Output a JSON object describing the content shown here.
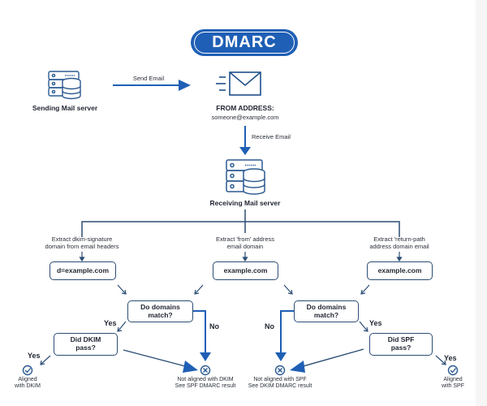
{
  "title": "DMARC",
  "colors": {
    "primary_blue": "#1f5fb5",
    "line_blue": "#2b4d74",
    "text_dark": "#1f2430"
  },
  "sender": {
    "icon": "server-database-icon",
    "label": "Sending Mail server"
  },
  "send_arrow": {
    "label": "Send Email"
  },
  "from_address": {
    "icon": "envelope-fast-icon",
    "heading": "FROM ADDRESS:",
    "value": "someone@example.com"
  },
  "receive_arrow": {
    "label": "Receive Email"
  },
  "receiver": {
    "icon": "server-database-icon",
    "label": "Receiving Mail server"
  },
  "branches": {
    "dkim": {
      "extract_line1": "Extract dkim-signature",
      "extract_line2": "domain from email headers",
      "domain": "d=example.com"
    },
    "from": {
      "extract_line1": "Extract 'from' address",
      "extract_line2": "email domain",
      "domain": "example.com"
    },
    "return_path": {
      "extract_line1": "Extract 'return-path",
      "extract_line2": "address domain email",
      "domain": "example.com"
    }
  },
  "left_flow": {
    "decision_line1": "Do domains",
    "decision_line2": "match?",
    "yes_label": "Yes",
    "no_label": "No",
    "check_line1": "Did DKIM",
    "check_line2": "pass?",
    "check_yes_label": "Yes",
    "aligned_icon": "check-circle-icon",
    "aligned_line1": "Aligned",
    "aligned_line2": "with DKIM",
    "not_aligned_icon": "x-circle-icon",
    "not_aligned_line1": "Not aligned with DKIM",
    "not_aligned_line2": "See SPF DMARC result"
  },
  "right_flow": {
    "decision_line1": "Do domains",
    "decision_line2": "match?",
    "yes_label": "Yes",
    "no_label": "No",
    "check_line1": "Did SPF",
    "check_line2": "pass?",
    "check_yes_label": "Yes",
    "aligned_icon": "check-circle-icon",
    "aligned_line1": "Aligned",
    "aligned_line2": "with SPF",
    "not_aligned_icon": "x-circle-icon",
    "not_aligned_line1": "Not aligned with SPF",
    "not_aligned_line2": "See DKIM DMARC result"
  }
}
